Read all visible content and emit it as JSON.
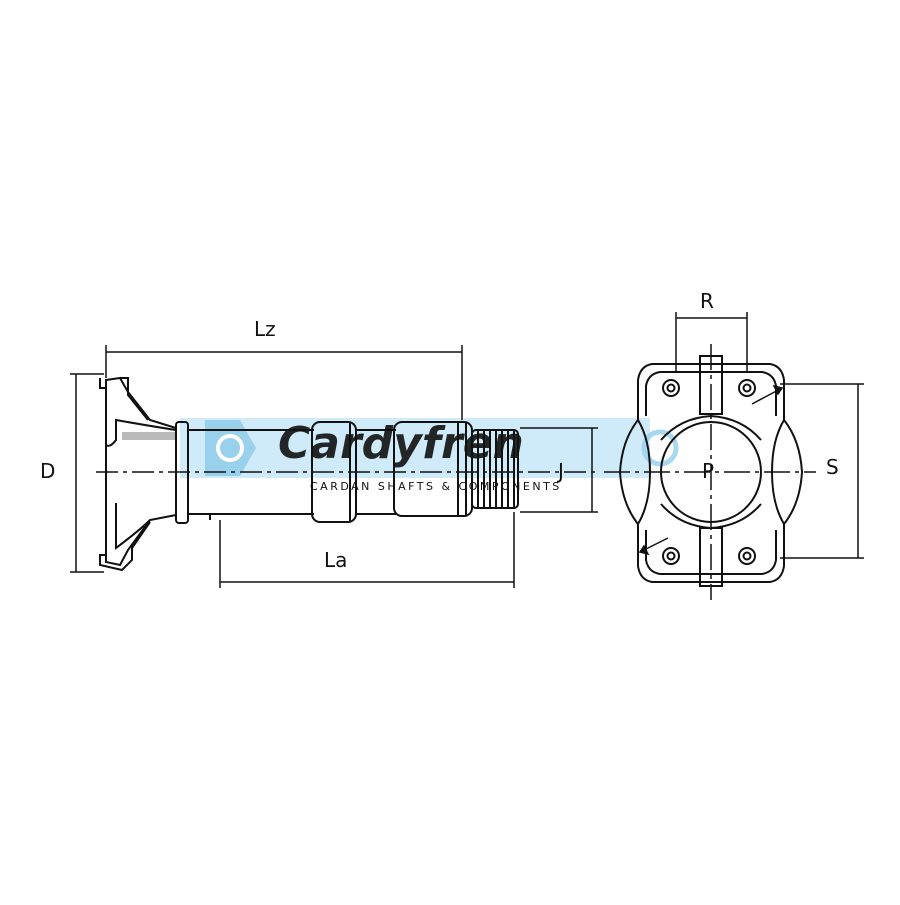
{
  "labels": {
    "lz": "Lz",
    "la": "La",
    "d": "D",
    "j": "J",
    "r": "R",
    "s": "S",
    "p": "P"
  },
  "watermark": {
    "brand": "Cardyfren",
    "tagline": "CARDAN SHAFTS & COMPONENTS",
    "color": "#9fd3ee"
  },
  "colors": {
    "line": "#111111",
    "accent": "#bfe3f5"
  }
}
